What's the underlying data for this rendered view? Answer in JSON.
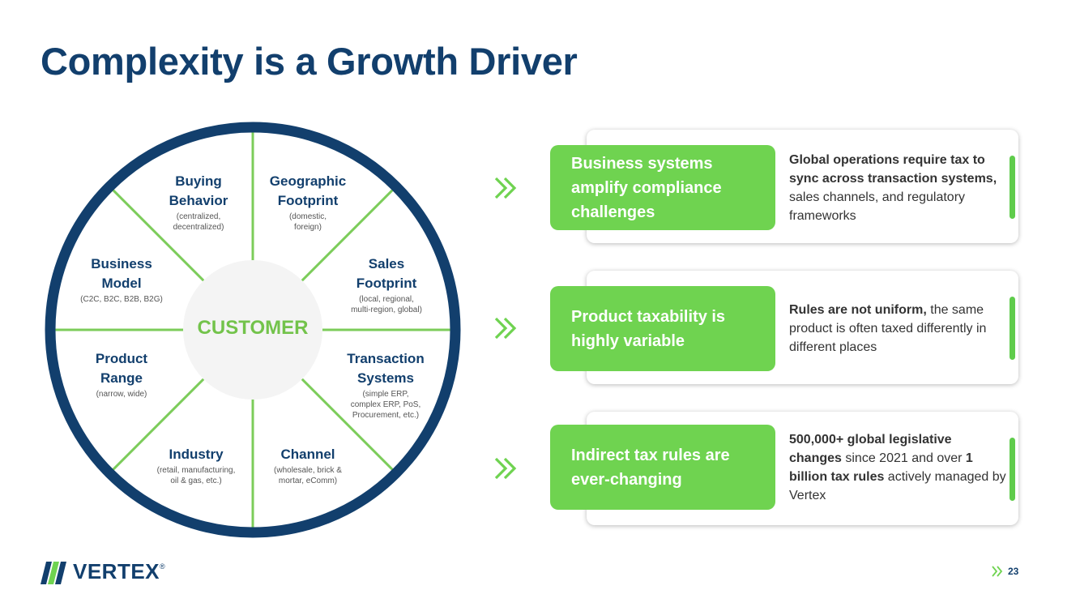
{
  "title": "Complexity is a Growth Driver",
  "wheel": {
    "center_label": "CUSTOMER",
    "segments": [
      {
        "name": "Buying\nBehavior",
        "detail": "(centralized,\ndecentralized)"
      },
      {
        "name": "Geographic\nFootprint",
        "detail": "(domestic,\nforeign)"
      },
      {
        "name": "Business\nModel",
        "detail": "(C2C, B2C, B2B, B2G)"
      },
      {
        "name": "Sales\nFootprint",
        "detail": "(local, regional,\nmulti-region, global)"
      },
      {
        "name": "Product\nRange",
        "detail": "(narrow, wide)"
      },
      {
        "name": "Transaction\nSystems",
        "detail": "(simple ERP,\ncomplex ERP, PoS,\nProcurement, etc.)"
      },
      {
        "name": "Industry",
        "detail": "(retail, manufacturing,\noil & gas, etc.)"
      },
      {
        "name": "Channel",
        "detail": "(wholesale, brick &\nmortar, eComm)"
      }
    ]
  },
  "drivers": [
    {
      "heading": "Business systems amplify compliance challenges",
      "desc_bold": "Global operations require tax to sync across transaction systems,",
      "desc_rest": " sales channels, and regulatory frameworks"
    },
    {
      "heading": "Product taxability is highly variable",
      "desc_bold": "Rules are not uniform,",
      "desc_rest": " the same product is often taxed differently in different places"
    },
    {
      "heading": "Indirect tax rules are ever-changing",
      "desc_bold": "500,000+ global legislative changes",
      "desc_mid": " since 2021 and over ",
      "desc_bold2": "1 billion tax rules",
      "desc_rest": " actively managed by Vertex"
    }
  ],
  "footer": {
    "brand": "VERTEX",
    "registered": "®",
    "page": "23"
  },
  "colors": {
    "navy": "#123f6d",
    "green": "#6fd350",
    "divider_green": "#7ccc5a"
  },
  "icons": [
    "chevron-double-right-icon",
    "vertex-logo-icon"
  ]
}
